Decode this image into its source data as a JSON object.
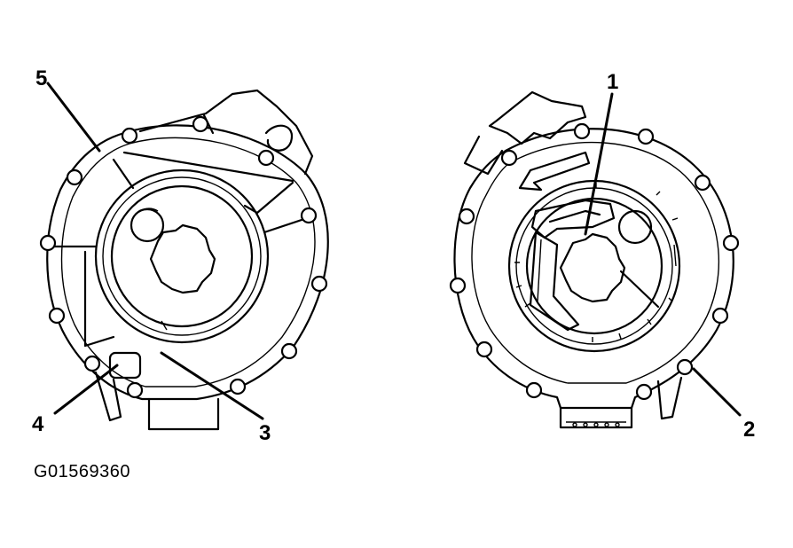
{
  "callouts": {
    "c1": "1",
    "c2": "2",
    "c3": "3",
    "c4": "4",
    "c5": "5"
  },
  "figure_id": "G01569360"
}
